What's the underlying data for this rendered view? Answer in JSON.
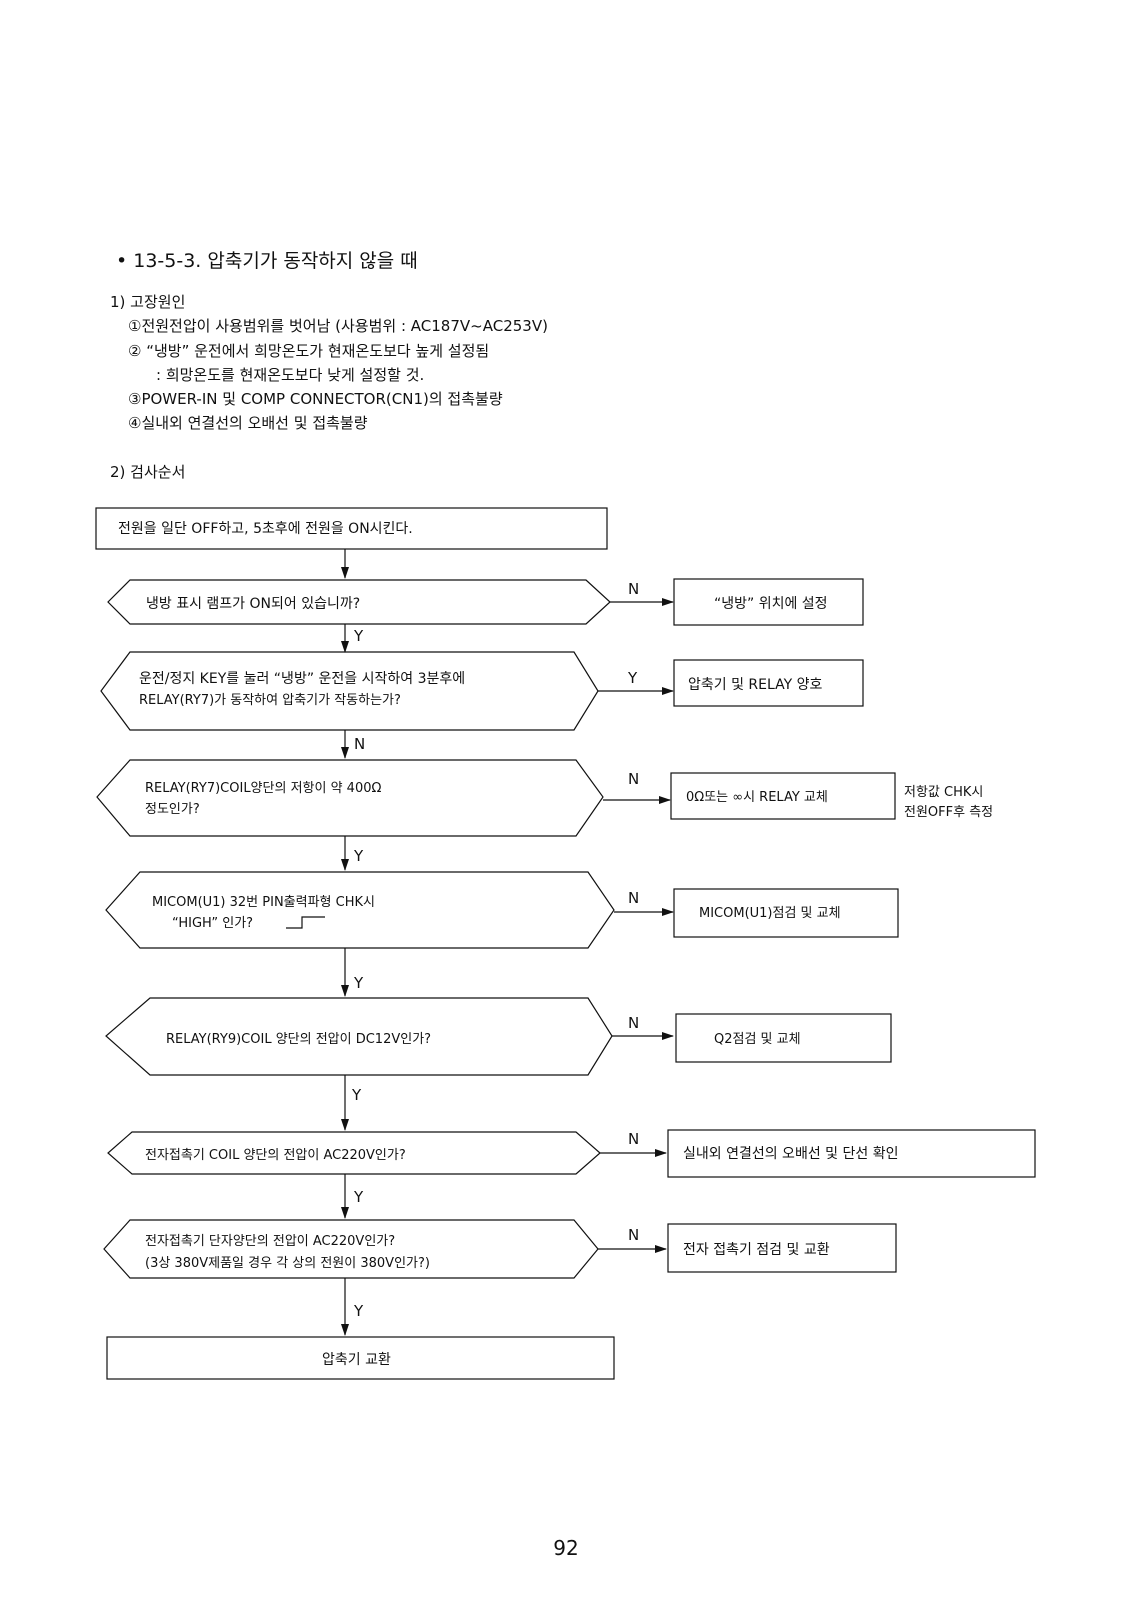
{
  "section_title": "• 13-5-3. 압축기가 동작하지 않을 때",
  "causes": {
    "heading": "1) 고장원인",
    "items": [
      "①전원전압이 사용범위를 벗어남 (사용범위 : AC187V~AC253V)",
      "② “냉방” 운전에서 희망온도가 현재온도보다 높게 설정됨",
      ": 희망온도를 현재온도보다 낮게 설정할 것.",
      "③POWER-IN 및 COMP CONNECTOR(CN1)의 접촉불량",
      "④실내외 연결선의 오배선 및 접촉불량"
    ]
  },
  "procedure_heading": "2) 검사순서",
  "flow": {
    "start": "전원을 일단 OFF하고, 5초후에 전원을 ON시킨다.",
    "d1": "냉방 표시 램프가 ON되어 있습니까?",
    "d1_no_label": "N",
    "d1_no": "“냉방” 위치에 설정",
    "d1_yes_label": "Y",
    "d2_line1": "운전/정지 KEY를 눌러 “냉방” 운전을 시작하여 3분후에",
    "d2_line2": "RELAY(RY7)가 동작하여 압축기가 작동하는가?",
    "d2_yes_label": "Y",
    "d2_yes": "압축기 및 RELAY 양호",
    "d2_no_label": "N",
    "d3_line1": "RELAY(RY7)COIL양단의 저항이 약 400Ω",
    "d3_line2": "정도인가?",
    "d3_no_label": "N",
    "d3_no": "0Ω또는 ∞시 RELAY 교체",
    "d3_note_line1": "저항값 CHK시",
    "d3_note_line2": "전원OFF후 측정",
    "d3_yes_label": "Y",
    "d4_line1": "MICOM(U1) 32번 PIN출력파형 CHK시",
    "d4_line2": "“HIGH” 인가?",
    "d4_no_label": "N",
    "d4_no": "MICOM(U1)점검 및 교체",
    "d4_yes_label": "Y",
    "d5": "RELAY(RY9)COIL 양단의 전압이 DC12V인가?",
    "d5_no_label": "N",
    "d5_no": "Q2점검 및 교체",
    "d5_yes_label": "Y",
    "d6": "전자접촉기 COIL 양단의 전압이 AC220V인가?",
    "d6_no_label": "N",
    "d6_no": "실내외 연결선의 오배선 및 단선 확인",
    "d6_yes_label": "Y",
    "d7_line1": "전자접촉기 단자양단의 전압이 AC220V인가?",
    "d7_line2": "(3상 380V제품일 경우 각 상의 전원이 380V인가?)",
    "d7_no_label": "N",
    "d7_no": "전자 접촉기 점검 및 교환",
    "d7_yes_label": "Y",
    "end": "압축기 교환"
  },
  "page_number": "92"
}
